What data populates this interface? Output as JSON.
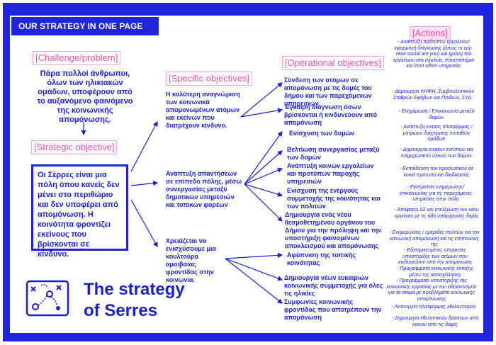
{
  "header": {
    "title": "OUR STRATEGY IN ONE PAGE"
  },
  "labels": {
    "challenge": "[Challenge/problem]",
    "strategic": "[Strategic objective]",
    "specific": "[Specific objectives]",
    "operational": "[Operational objectives]",
    "actions": "[Actions]"
  },
  "challenge_text": "Πάρα πολλοί άνθρωποι, όλων των ηλικιακών ομάδων, υποφέρουν από το αυξανόμενο φαινόμενο της κοινωνικής απομόνωσης.",
  "strategic_text": "Οι Σέρρες είναι μια πόλη όπου κανείς δεν μένει στο περιθώριο και δεν υποφέρει από απομόνωση. Η κοινότητα φροντίζει εκείνους που βρίσκονται σε κίνδυνο.",
  "specific": [
    "Η καλύτερη αναγνώριση των κοινωνικά απομονωμένων ατόμων και εκείνων που διατρέχουν κίνδυνο.",
    "Ανάπτυξη απαντήσεων σε επίπεδο πόλης, μέσω συνεργασίας μεταξύ δημοτικών υπηρεσιών και τοπικών φορέων",
    "Χρειάζεται να ενισχύσουμε μια κουλτούρα αμοιβαίας φροντίδας στην κοινωνία."
  ],
  "operational": [
    "Σύνδεση των ατόμων σε απομόνωση με τις δομές του δήμου και των παρεχόμενων υπηρεσιών",
    "Έγκαιρη διάγνωση όσων βρίσκονται ή κινδυνεύουν από απομόνωση",
    "Ενίσχυση των δομών",
    "Βελτίωση συνεργασίας μεταξύ των δομών",
    "Ανάπτυξη κοινών εργαλείων και προτύπων παροχής υπηρεσιών",
    "Ενίσχυση της ενεργούς συμμετοχής της κοινότητας και των πολιτών",
    "Δημιουργία ενός νέου θεσμοθετημένου οργάνου του Δήμου για την πρόληψη και την υποστήριξη φαινομένων αποκλεισμού και απομόνωσης",
    "Αφύπνιση της τοπικής κοινότητας",
    "Δημιουργία νέων ευκαιριών κοινωνικής συμμετοχής για όλες τις ηλικίες",
    "Συμφωνίες κοινωνικής φροντίδας που αποτρέπουν την απομόνωση"
  ],
  "actions": [
    "- Ανάπτυξη πρότυπου εργαλείου/εφαρμογή διάγνωσης (όπως το εργ. How social are you) και χρήση του εργαλείου στα σχολεία, πανεπιστήμια και front office υπηρεσίες",
    "- Δημιουργία ΚΗΦΗ, Συμβουλευτικών Σταθμών Εφήβων και Παιδιών, ΣΥΔ.",
    "- Ενημέρωση / Επικοινωνία μεταξύ δομών",
    "- Ανάπτυξη ενιαίας πλατφόρμας / μητρώου διαχείρισης ευπαθών ομάδων",
    "- Δημιουργία ενιαίων εντύπων και ενημερωτικού υλικού των δομών",
    "- Εκπαίδευση του προσωπικού σε κοινά πρότυπα και διαδικασίες",
    "- Εκστρατεία ενημέρωσης/ επικοινωνίας για τις παρεχόμενες υπηρεσίες στην πόλη",
    "- Απόφαση ΔΣ και στελέχωση του νέου οργάνου με τις ήδη υπάρχουσες δομές",
    "- Ενημερώσεις / ημερίδες πολιτών για την κοινωνική απομόνωση και τις επιπτώσεις της",
    "- Εξατομικευμένες υπηρεσίες υποστήριξης των ατόμων που κινδυνεύουν από την απομόνωση",
    "- Προγράμματα κοινωνικής ένταξης μέσω της απασχόλησης",
    "- Προγράμματα υποστήριξης της κοινωνικής εργασίας με του εθελοντισμού για τα άτομα με προβλήματα κοινωνικής απομόνωσης",
    "- Λειτουργία πλατφόρμας εθελοντισμού",
    "- Δημιουργία εθελοντικών δράσεων από κοινού από τις δομές"
  ],
  "brand": {
    "line1": "The strategy",
    "line2": "of Serres"
  },
  "colors": {
    "brand_blue": "#1f24dd",
    "accent_pink": "#f24fb0",
    "text_blue": "#1a1fd0"
  }
}
